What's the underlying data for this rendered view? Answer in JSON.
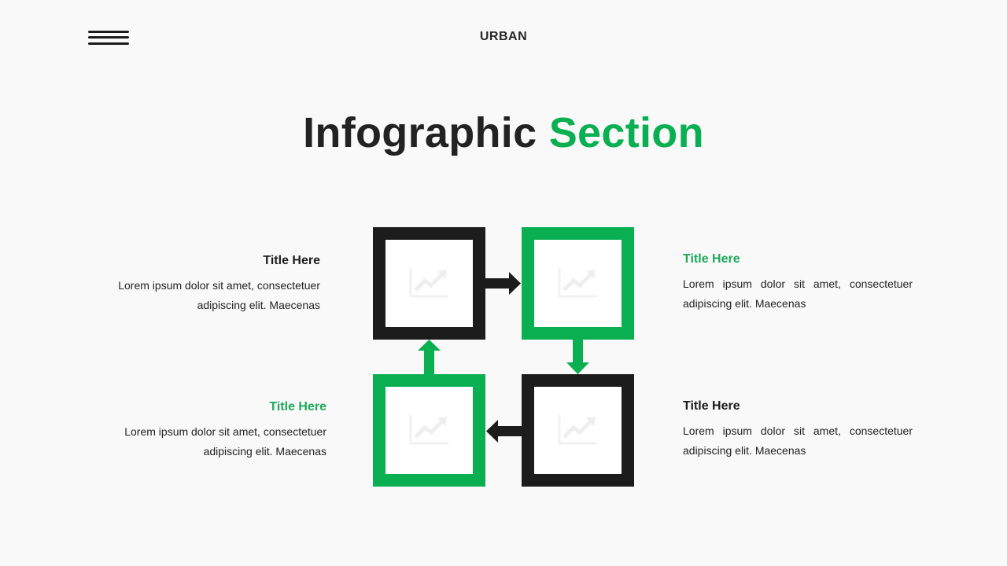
{
  "header": {
    "menu_icon": "hamburger-menu-icon",
    "brand": "URBAN"
  },
  "headline": {
    "part1": "Infographic",
    "part2": "Section",
    "accent_color": "#0aaf52"
  },
  "colors": {
    "green": "#0aaf52",
    "dark": "#1c1c1c",
    "background": "#f9f9f9"
  },
  "diagram": {
    "boxes": [
      {
        "position": "top-left",
        "color": "dark",
        "icon": "growth-chart-icon"
      },
      {
        "position": "top-right",
        "color": "green",
        "icon": "growth-chart-icon"
      },
      {
        "position": "bottom-right",
        "color": "dark",
        "icon": "growth-chart-icon"
      },
      {
        "position": "bottom-left",
        "color": "green",
        "icon": "growth-chart-icon"
      }
    ],
    "arrows": [
      {
        "from": "top-left",
        "to": "top-right",
        "direction": "right",
        "color": "dark"
      },
      {
        "from": "top-right",
        "to": "bottom-right",
        "direction": "down",
        "color": "green"
      },
      {
        "from": "bottom-right",
        "to": "bottom-left",
        "direction": "left",
        "color": "dark"
      },
      {
        "from": "bottom-left",
        "to": "top-left",
        "direction": "up",
        "color": "green"
      }
    ]
  },
  "blocks": [
    {
      "title": "Title Here",
      "text": "Lorem ipsum dolor sit amet, consectetuer adipiscing elit. Maecenas"
    },
    {
      "title": "Title Here",
      "text": "Lorem ipsum dolor sit amet, consectetuer adipiscing elit. Maecenas"
    },
    {
      "title": "Title Here",
      "text": "Lorem ipsum dolor sit amet, consectetuer adipiscing elit. Maecenas"
    },
    {
      "title": "Title Here",
      "text": "Lorem ipsum dolor sit amet, consectetuer adipiscing elit. Maecenas"
    }
  ]
}
